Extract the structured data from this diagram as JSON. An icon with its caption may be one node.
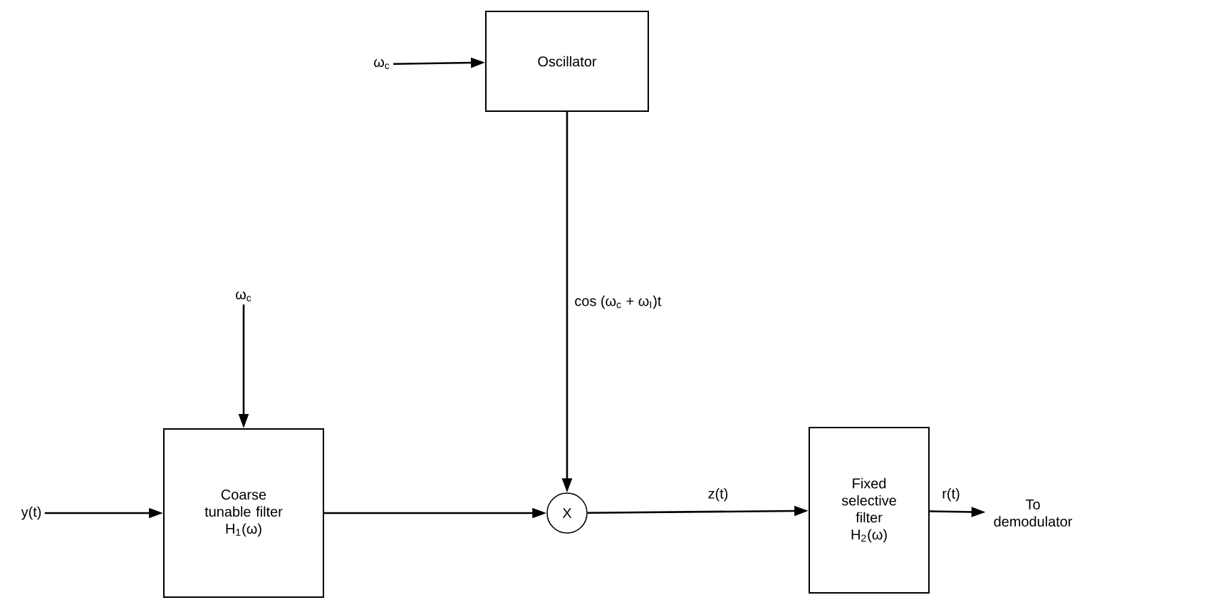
{
  "diagram": {
    "nodes": [
      {
        "text": [
          "ω$_{c}$"
        ]
      },
      {
        "text": [
          "Oscillator"
        ]
      },
      {
        "text": [
          "ω$_{c}$"
        ]
      },
      {
        "text": [
          "y(t)"
        ]
      },
      {
        "text": [
          "Coarse tunable filter",
          "H$_{1}$(ω)"
        ]
      },
      {
        "text": [
          "X"
        ]
      },
      {
        "text": [
          "Fixed selective filter",
          "H$_{2}$(ω)"
        ]
      },
      {
        "text": [
          "To demodulator"
        ]
      }
    ],
    "edges": [
      {
        "from": 0,
        "to": 1,
        "arrow": "to"
      },
      {
        "from": 1,
        "to": 5,
        "arrow": "to",
        "label": "cos (ω$_{c}$ + ω$_{I}$)t"
      },
      {
        "from": 2,
        "to": 4,
        "arrow": "to"
      },
      {
        "from": 3,
        "to": 4,
        "arrow": "to"
      },
      {
        "from": 4,
        "to": 5,
        "arrow": "to"
      },
      {
        "from": 5,
        "to": 6,
        "arrow": "to",
        "label": "z(t)"
      },
      {
        "from": 6,
        "to": 7,
        "arrow": "to",
        "label": "r(t)"
      }
    ]
  }
}
